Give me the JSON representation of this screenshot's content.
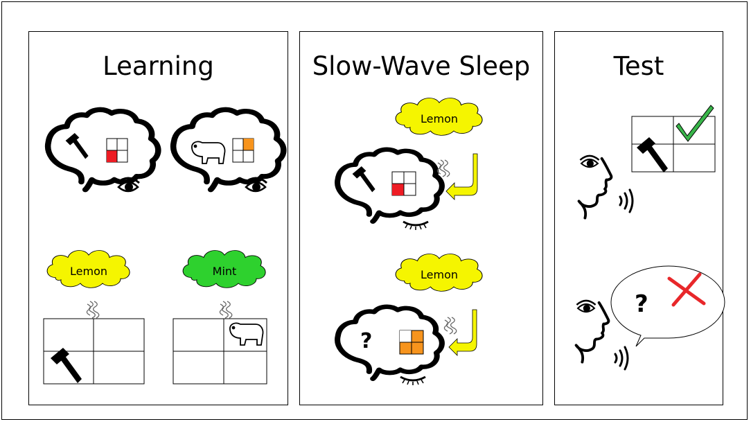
{
  "panels": {
    "learning": {
      "title": "Learning"
    },
    "sleep": {
      "title": "Slow-Wave Sleep"
    },
    "test": {
      "title": "Test"
    }
  },
  "odors": {
    "lemon": "Lemon",
    "mint": "Mint"
  },
  "symbols": {
    "question": "?"
  },
  "colors": {
    "lemon_cloud": "#f5f500",
    "mint_cloud": "#2ed12e",
    "red_cell": "#ee1c24",
    "orange_cell": "#f7941d",
    "arrow_yellow": "#f5f500",
    "check_green": "#39b54a",
    "cross_red": "#e8272a"
  },
  "icons": [
    "hammer-icon",
    "polar-bear-icon",
    "eye-icon",
    "closed-eye-icon",
    "odor-wisp-icon",
    "curved-arrow-icon",
    "speaking-face-icon",
    "checkmark-icon",
    "cross-icon",
    "speech-bubble"
  ]
}
